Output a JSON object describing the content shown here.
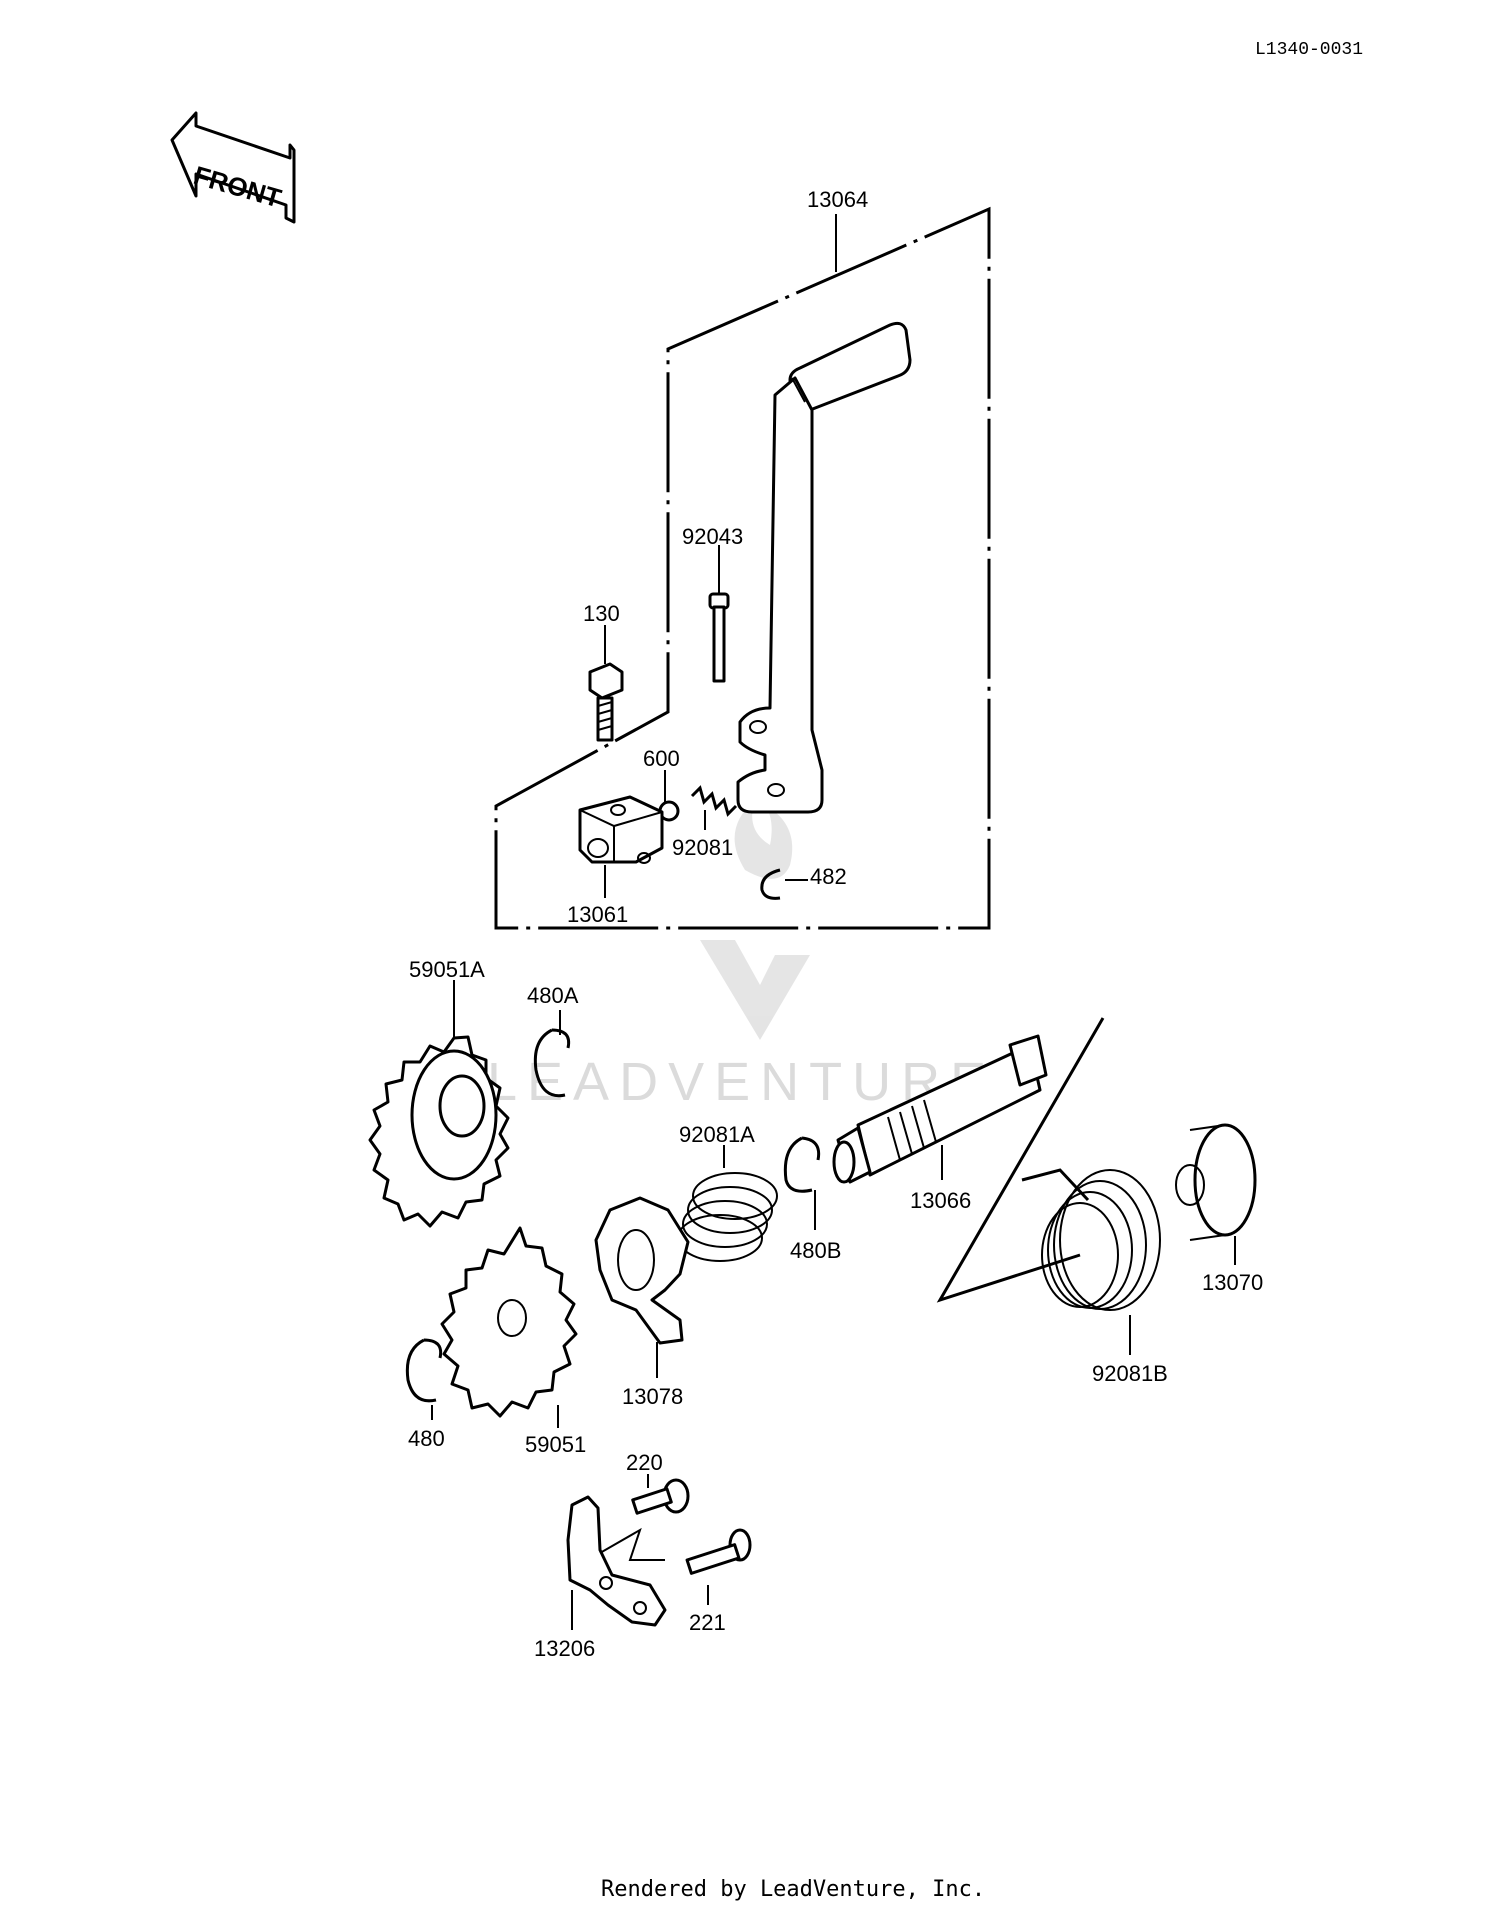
{
  "drawing_code": "L1340-0031",
  "front_label": "FRONT",
  "watermark": "LEADVENTURE",
  "footer": "Rendered by LeadVenture, Inc.",
  "parts": {
    "p13064": "13064",
    "p92043": "92043",
    "p130": "130",
    "p600": "600",
    "p92081": "92081",
    "p482": "482",
    "p13061": "13061",
    "p59051A": "59051A",
    "p480A": "480A",
    "p92081A": "92081A",
    "p480B": "480B",
    "p13066": "13066",
    "p13070": "13070",
    "p92081B": "92081B",
    "p13078": "13078",
    "p480": "480",
    "p59051": "59051",
    "p220": "220",
    "p221": "221",
    "p13206": "13206"
  }
}
